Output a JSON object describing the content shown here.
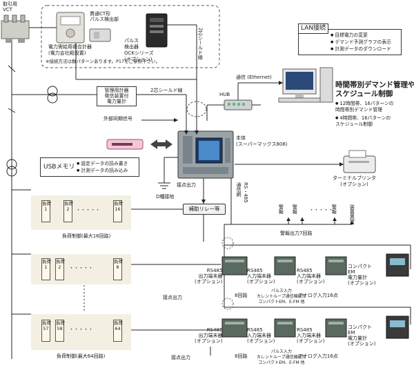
{
  "top": {
    "vct_label": "取引用\nVCT",
    "meter_label": "電力需給用複合計器\n(電力会社殿設置)",
    "ct_label": "貫通CT形\nパルス検出部",
    "pulse_label": "パルス\n検出器\nOCKシリーズ\n(オプション)",
    "shield_label_1": "2芯シールド線",
    "note": "※接続方法は数パターンあります。P17をご参照下さい。",
    "mgmt_meter_label": "管理用計器\n発信装置付\n電力量計",
    "shield_label_2": "2芯シールド線",
    "ext_sync": "外部同期信号"
  },
  "lan": {
    "title": "LAN接続",
    "items": [
      "目標電力の変更",
      "デマンド予測グラフの表示",
      "計測データのダウンロード"
    ],
    "ethernet": "通信 (Ethernet)",
    "hub": "HUB"
  },
  "schedule": {
    "title": "時間帯別デマンド管理や\nスケジュール制御",
    "items": [
      "12時間帯、16パターンの\n時間帯別デマンド管理",
      "4時間帯、16パターンの\nスケジュール制御"
    ]
  },
  "main": {
    "label": "本体\n(スーパーマックス808)"
  },
  "usb": {
    "label": "USBメモリ",
    "items": [
      "設定データの読み書き",
      "計測データの読み込み"
    ]
  },
  "printer": {
    "label": "ターミナルプリンタ\n(オプション)"
  },
  "relay_section": {
    "contact_out": "接点出力",
    "ground": "D種接地",
    "relay": "補助リレー等",
    "rs485": "RS・485\n通信網",
    "alarm": "警報",
    "alarm_out": "警報出力7回路",
    "fault": "装置異常"
  },
  "loads": {
    "g1": [
      "負荷\n1",
      "負荷\n2",
      "負荷\n16"
    ],
    "g1_label": "負荷制御(最大16回路)",
    "g2": [
      "負荷\n1",
      "負荷\n2",
      "負荷\n8"
    ],
    "g3": [
      "負荷\n57",
      "負荷\n58",
      "負荷\n64"
    ],
    "g3_label": "負荷制御(最大64回路)",
    "dots": "・・・・・",
    "contact_out_1": "接点出力",
    "contact_out_2": "接点出力"
  },
  "modules": {
    "out_terminal": "RS485\n出力端末器\n(オプション)",
    "in_terminal": "RS485\n入力端末器\n(オプション)",
    "in_terminal_2": "RS485\n入力端末器\n(オプション)",
    "compact": "コンパクト\nEM\n電力量計\n(オプション)",
    "circuits_8": "8回路",
    "pulse_input": "パルス入力\nカレントループ通信機能付\nコンパクトEM、E-FM 他",
    "analog_16": "アナログ入力16点"
  }
}
